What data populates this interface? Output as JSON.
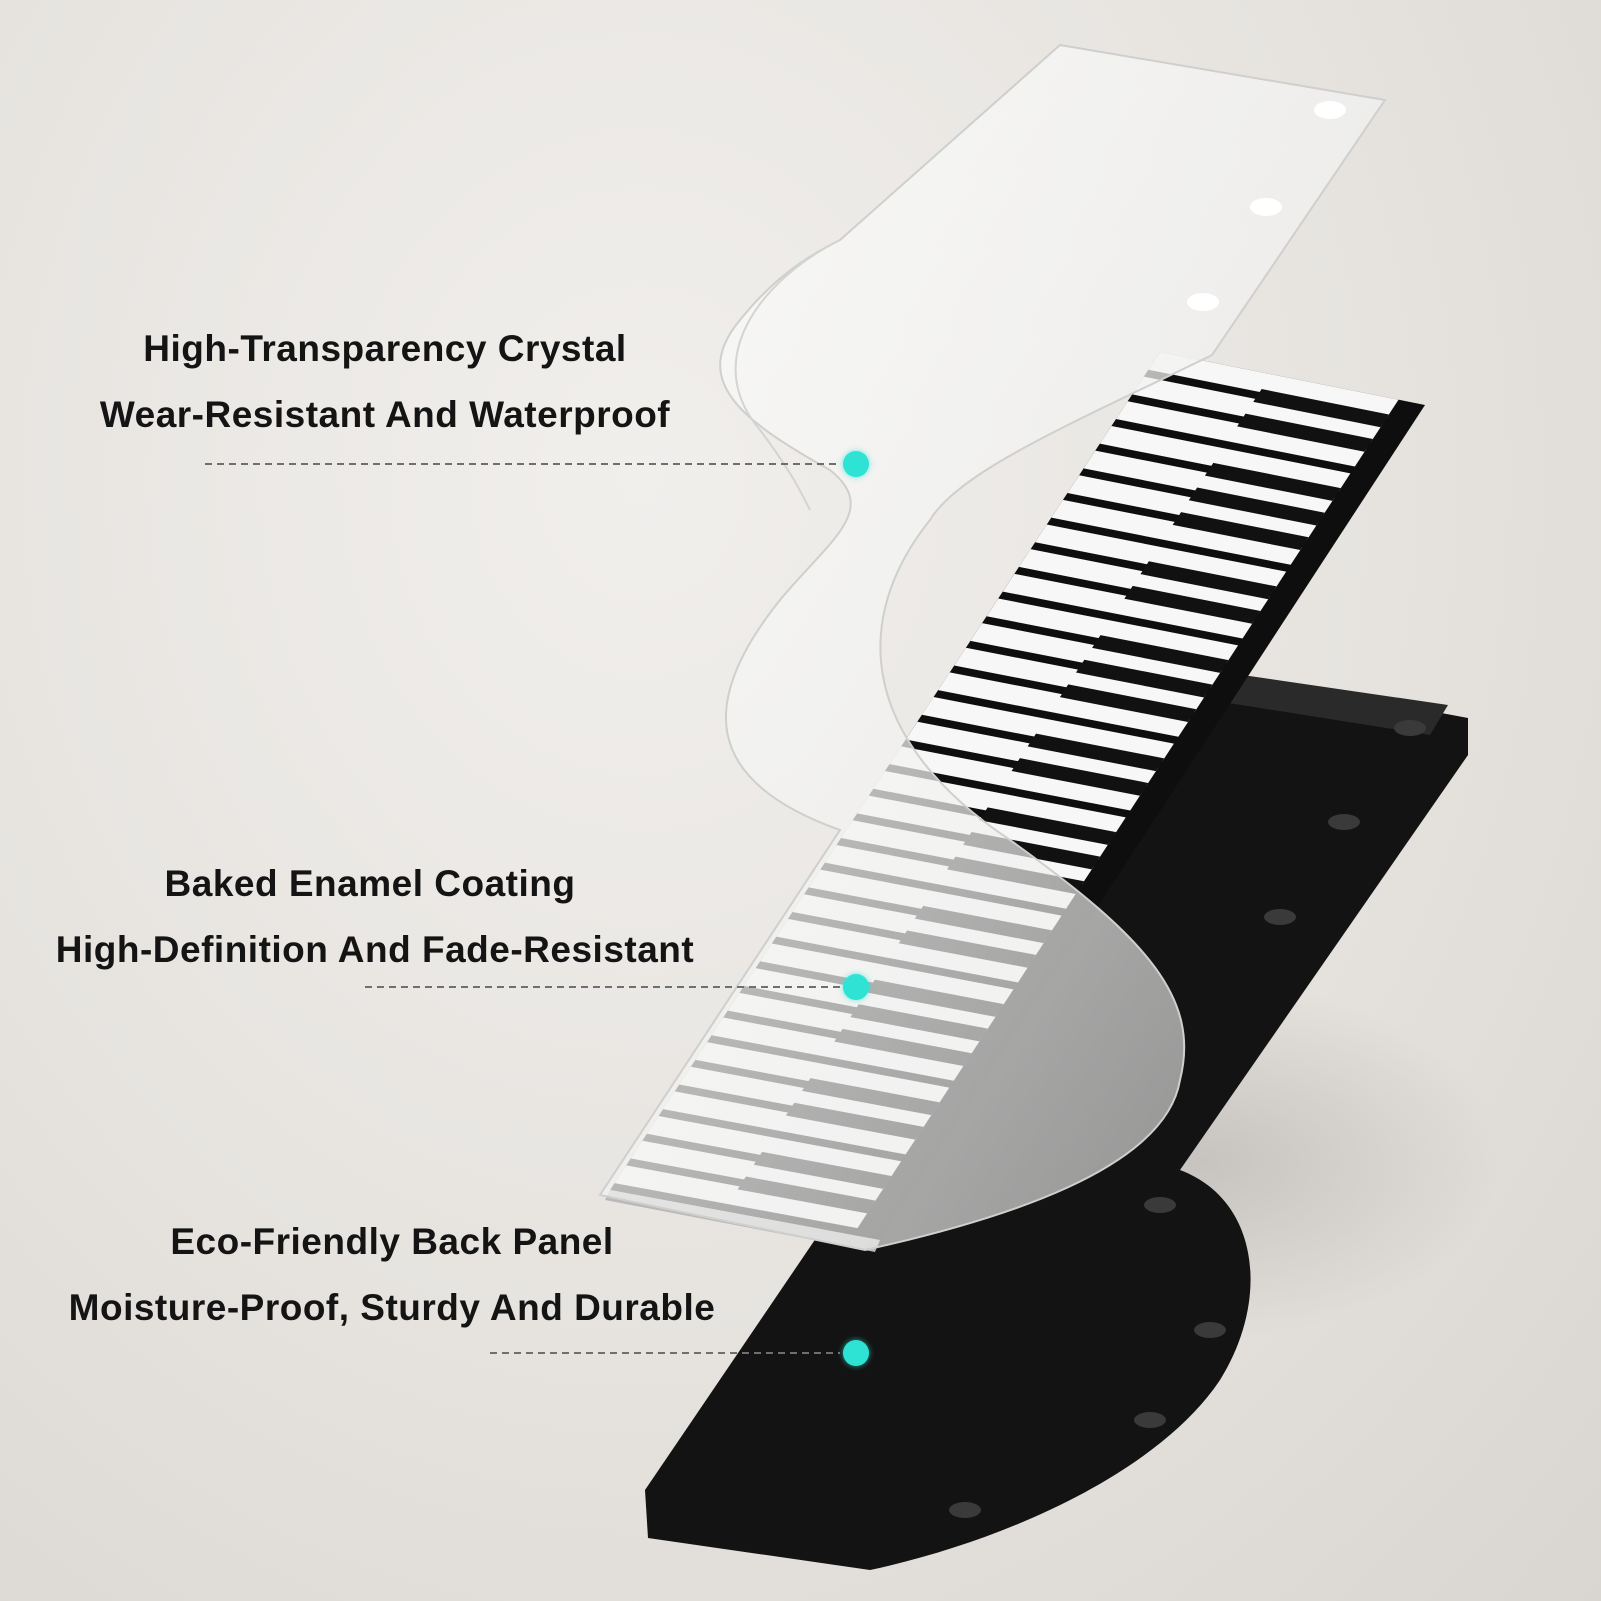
{
  "callouts": [
    {
      "title": "High-Transparency Crystal",
      "subtitle": "Wear-Resistant And Waterproof"
    },
    {
      "title": "Baked Enamel Coating",
      "subtitle": "High-Definition And Fade-Resistant"
    },
    {
      "title": "Eco-Friendly Back Panel",
      "subtitle": "Moisture-Proof, Sturdy And Durable"
    }
  ],
  "colors": {
    "marker": "#2fe3d4",
    "back_panel": "#1c1c1c",
    "film": "#f4f4f3",
    "keys_white": "#f7f7f7",
    "keys_black": "#111111"
  },
  "icons": {
    "marker": "cyan-dot",
    "layers": "exploded-layers-illustration"
  },
  "layers": {
    "top": "transparent-film",
    "middle": "piano-keyboard",
    "bottom": "black-back-panel"
  },
  "piano": {
    "white_keys": 34
  }
}
